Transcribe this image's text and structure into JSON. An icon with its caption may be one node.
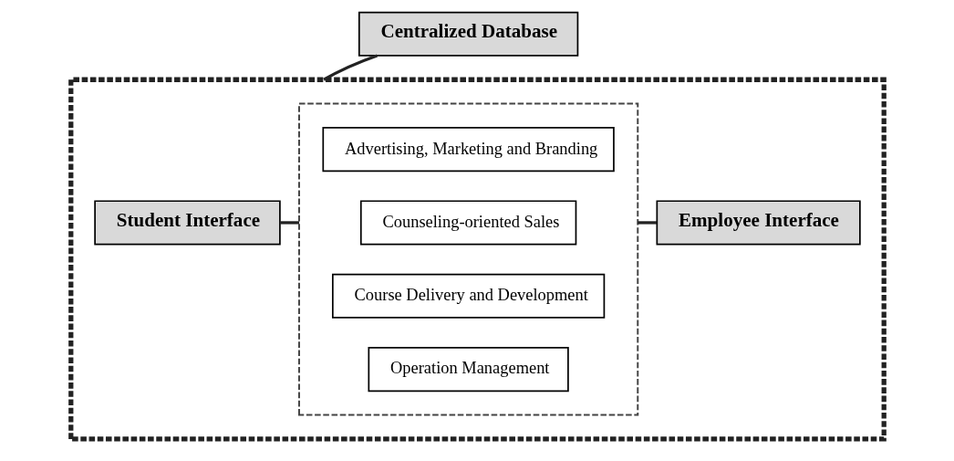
{
  "diagram": {
    "nodes": [
      {
        "text": [],
        "shape": "box"
      },
      {
        "text": [
          "Student Interface"
        ],
        "in": 0
      },
      {
        "text": [],
        "shape": "box",
        "in": 0
      },
      {
        "text": [
          "Advertising, Marketing and Branding"
        ],
        "in": 2
      },
      {
        "text": [
          "Counseling-oriented Sales"
        ],
        "in": 2
      },
      {
        "text": [
          "Course Delivery and Development"
        ],
        "in": 2
      },
      {
        "text": [
          "Operation Management"
        ],
        "in": 2
      },
      {
        "text": [
          "Employee Interface"
        ],
        "in": 0
      },
      {
        "text": [
          "Centralized Database"
        ]
      }
    ],
    "edges": [
      {
        "from": 1,
        "to": 2,
        "arrow": "none"
      },
      {
        "from": 2,
        "to": 7,
        "arrow": "none"
      },
      {
        "from": 0,
        "to": 8,
        "arrow": "none"
      }
    ]
  }
}
